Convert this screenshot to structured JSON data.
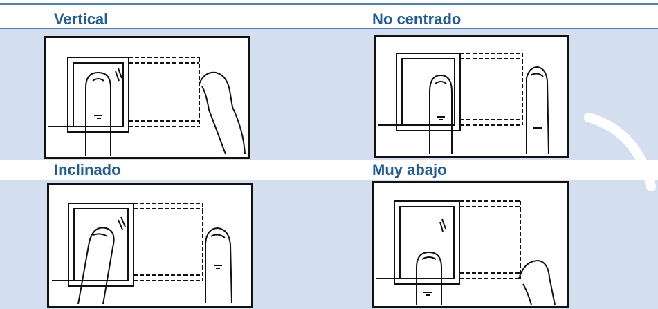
{
  "table": {
    "cells": [
      {
        "label": "Vertical"
      },
      {
        "label": "No centrado"
      },
      {
        "label": "Inclinado"
      },
      {
        "label": "Muy abajo"
      }
    ]
  },
  "colors": {
    "header_text": "#1f5c99",
    "band": "#d3dfee",
    "rule": "#4f81bd"
  },
  "icons": [
    "finger-on-scanner-vertical",
    "finger-not-centered",
    "finger-tilted",
    "finger-too-low"
  ]
}
